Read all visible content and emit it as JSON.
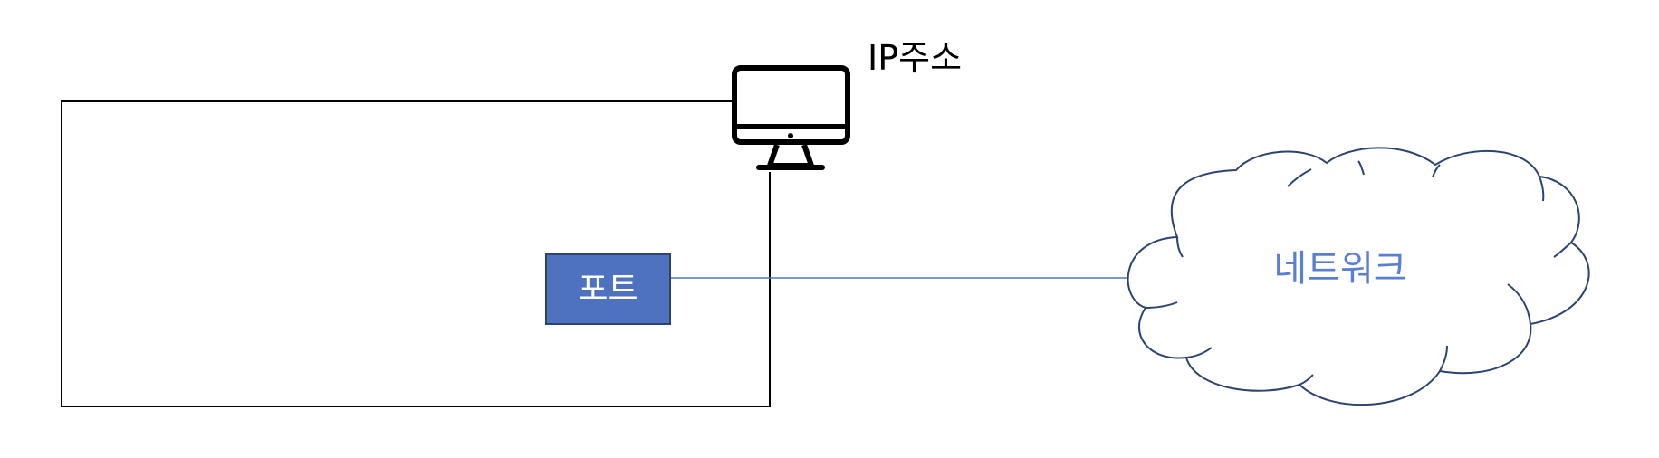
{
  "diagram": {
    "ip_label": "IP주소",
    "port_label": "포트",
    "network_label": "네트워크"
  },
  "icons": {
    "computer": "monitor-icon",
    "network": "cloud-icon"
  },
  "colors": {
    "stroke": "#000000",
    "port_fill": "#4f72c0",
    "port_text": "#ffffff",
    "network_text": "#5a7fd0",
    "link_line": "#4f72c0",
    "cloud_stroke": "#2c4370"
  }
}
